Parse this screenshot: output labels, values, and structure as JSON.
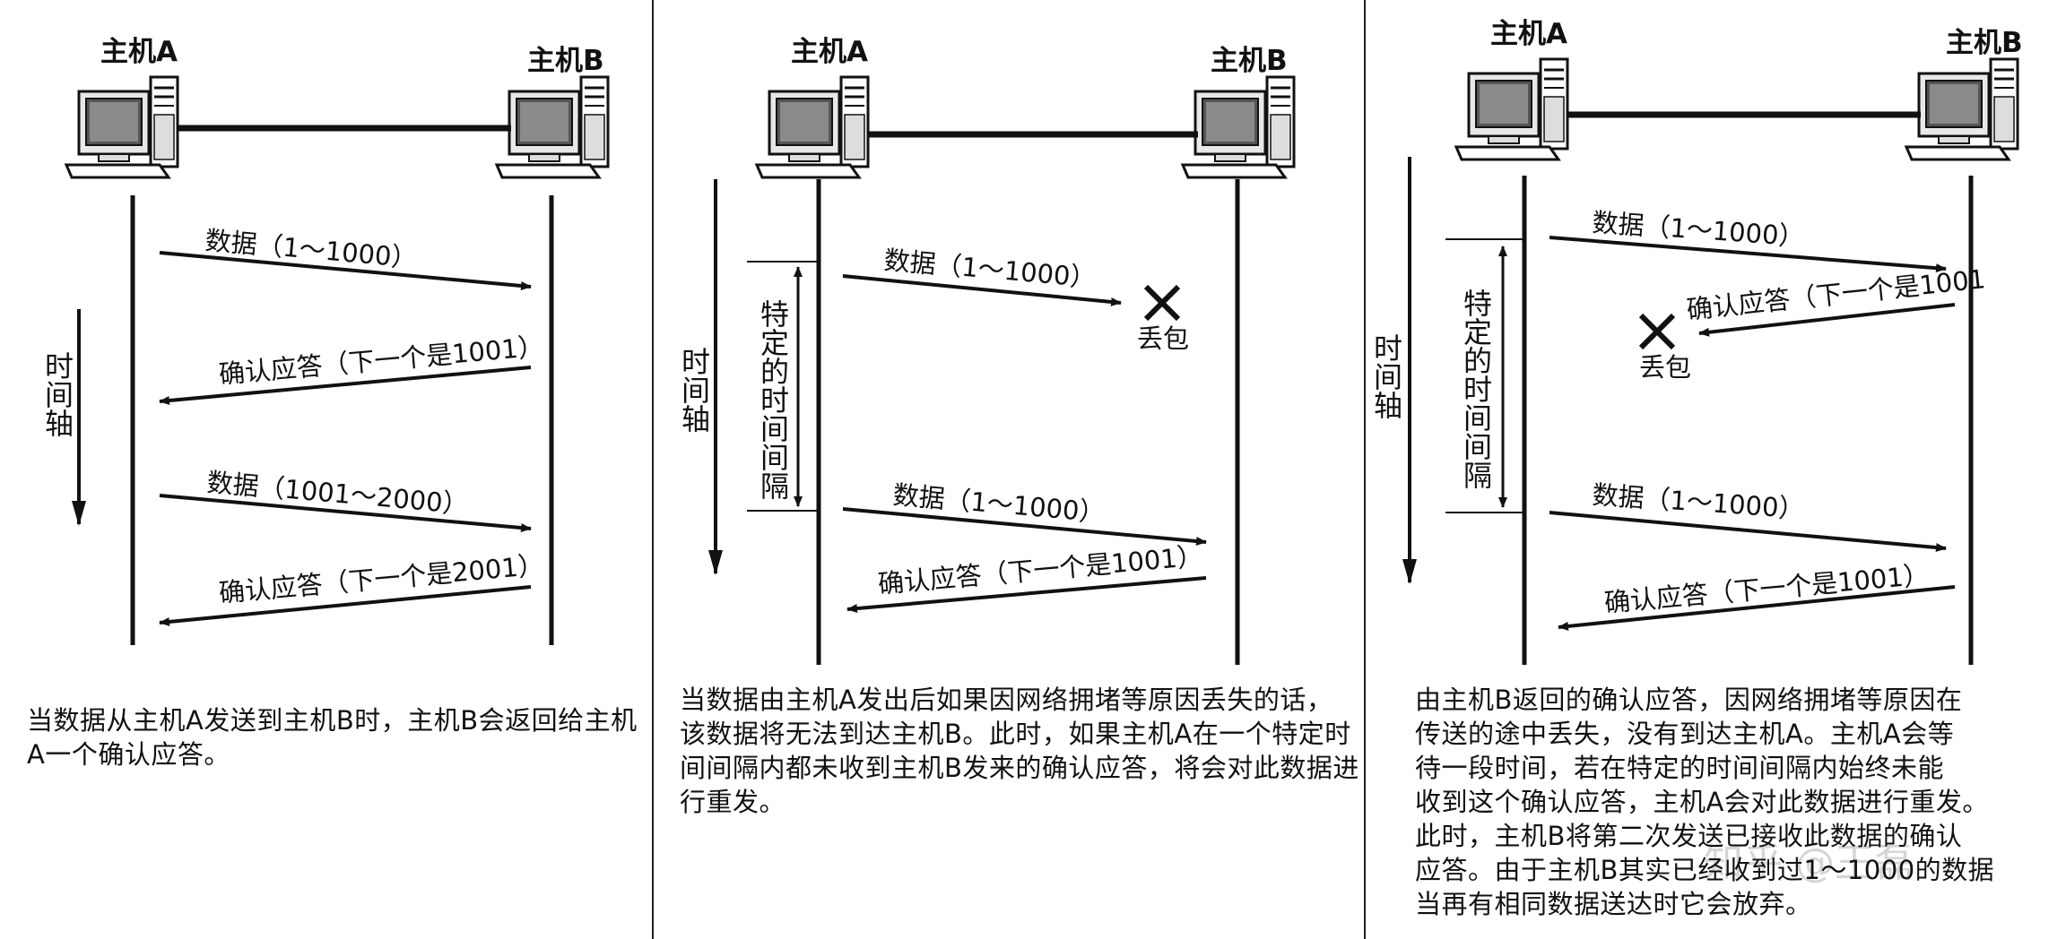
{
  "panels": [
    {
      "host_a": "主机A",
      "host_b": "主机B",
      "time_axis": [
        "时",
        "间",
        "轴"
      ],
      "messages": [
        "数据（1～1000）",
        "确认应答（下一个是1001）",
        "数据（1001～2000）",
        "确认应答（下一个是2001）"
      ],
      "caption": [
        "当数据从主机A发送到主机B时，主机B会返回给主机",
        "A一个确认应答。"
      ]
    },
    {
      "host_a": "主机A",
      "host_b": "主机B",
      "time_axis": [
        "时",
        "间",
        "轴"
      ],
      "interval": [
        "特",
        "定",
        "的",
        "时",
        "间",
        "间",
        "隔"
      ],
      "messages": [
        "数据（1～1000）",
        "数据（1～1000）",
        "确认应答（下一个是1001）"
      ],
      "loss_label": "丢包",
      "caption": [
        "当数据由主机A发出后如果因网络拥堵等原因丢失的话，",
        "该数据将无法到达主机B。此时，如果主机A在一个特定时",
        "间间隔内都未收到主机B发来的确认应答，将会对此数据进",
        "行重发。"
      ]
    },
    {
      "host_a": "主机A",
      "host_b": "主机B",
      "time_axis": [
        "时",
        "间",
        "轴"
      ],
      "interval": [
        "特",
        "定",
        "的",
        "时",
        "间",
        "间",
        "隔"
      ],
      "messages": [
        "数据（1～1000）",
        "确认应答（下一个是1001",
        "数据（1～1000）",
        "确认应答（下一个是1001）"
      ],
      "loss_label": "丢包",
      "caption": [
        "由主机B返回的确认应答，因网络拥堵等原因在",
        "传送的途中丢失，没有到达主机A。主机A会等",
        "待一段时间，若在特定的时间间隔内始终未能",
        "收到这个确认应答，主机A会对此数据进行重发。",
        "此时，主机B将第二次发送已接收此数据的确认",
        "应答。由于主机B其实已经收到过1～1000的数据",
        "当再有相同数据送达时它会放弃。"
      ]
    }
  ],
  "watermark": "知乎 @王磊"
}
